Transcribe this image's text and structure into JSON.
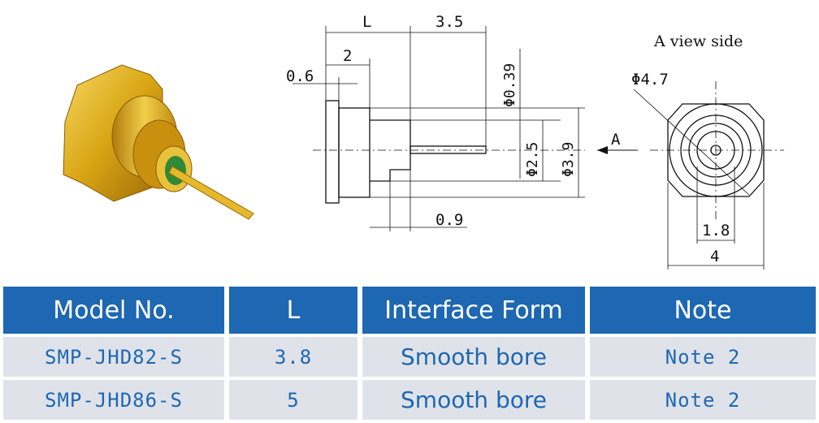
{
  "drawing": {
    "view_label": "A view side",
    "arrow_label": "A",
    "dims": {
      "L": "L",
      "d35": "3.5",
      "d2": "2",
      "d06": "0.6",
      "d039": "Φ0.39",
      "d25": "Φ2.5",
      "d39": "Φ3.9",
      "d09": "0.9",
      "d47": "Φ4.7",
      "d18": "1.8",
      "d4": "4"
    },
    "colors": {
      "gold": "#d9a514",
      "gold_dark": "#a8740a",
      "gold_light": "#f2cf4a",
      "green": "#2f8a38"
    }
  },
  "table": {
    "headers": [
      "Model No.",
      "L",
      "Interface Form",
      "Note"
    ],
    "rows": [
      [
        "SMP-JHD82-S",
        "3.8",
        "Smooth bore",
        "Note 2"
      ],
      [
        "SMP-JHD86-S",
        "5",
        "Smooth bore",
        "Note 2"
      ]
    ],
    "colors": {
      "header_bg": "#1e67b2",
      "row_bg": "#dfe3e9",
      "text": "#1e67b2"
    }
  }
}
